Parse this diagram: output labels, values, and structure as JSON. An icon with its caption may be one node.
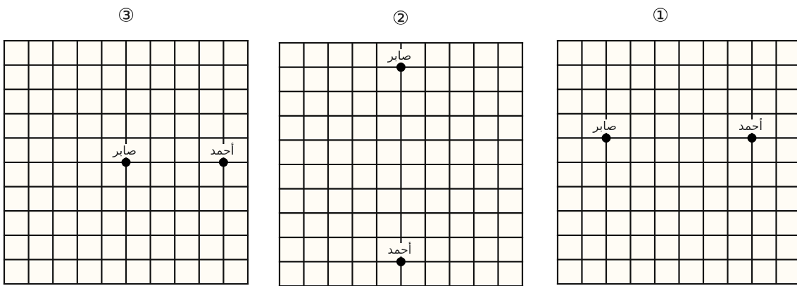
{
  "diagram": {
    "labels": [
      "③",
      "صابر",
      "أحمد",
      "②",
      "صابر",
      "أحمد",
      "①",
      "صابر",
      "أحمد"
    ]
  }
}
